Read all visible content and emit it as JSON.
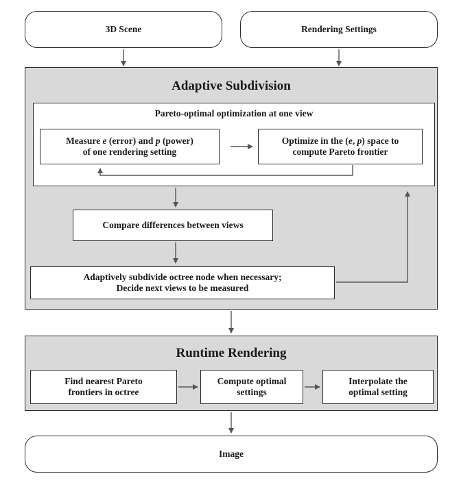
{
  "inputs": {
    "scene": "3D Scene",
    "settings": "Rendering Settings"
  },
  "adaptive": {
    "title": "Adaptive Subdivision",
    "pareto_title": "Pareto-optimal optimization at one view",
    "measure": {
      "line1_a": "Measure ",
      "line1_e": "e",
      "line1_b": " (error) and ",
      "line1_p": "p",
      "line1_c": " (power)",
      "line2": "of one rendering setting"
    },
    "optimize": {
      "line1_a": "Optimize in the (",
      "line1_e": "e",
      "line1_b": ", ",
      "line1_p": "p",
      "line1_c": ") space to",
      "line2": "compute Pareto frontier"
    },
    "compare": "Compare differences between views",
    "subdivide_line1": "Adaptively subdivide octree node when necessary;",
    "subdivide_line2": "Decide next views to be measured"
  },
  "runtime": {
    "title": "Runtime Rendering",
    "find_line1": "Find nearest Pareto",
    "find_line2": "frontiers in octree",
    "compute_line1": "Compute optimal",
    "compute_line2": "settings",
    "interp_line1": "Interpolate the",
    "interp_line2": "optimal setting"
  },
  "output": {
    "image": "Image"
  }
}
